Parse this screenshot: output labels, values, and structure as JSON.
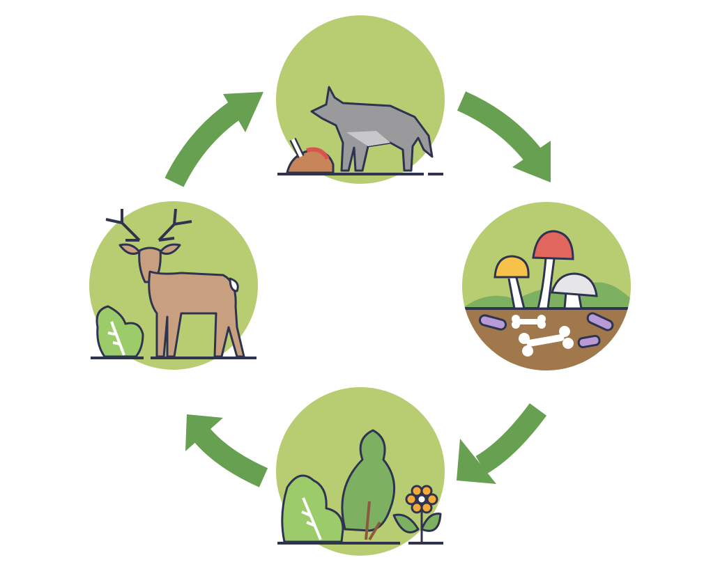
{
  "diagram": {
    "type": "cycle",
    "nodes": [
      {
        "id": "wolf",
        "icon": "wolf-icon"
      },
      {
        "id": "decomposers",
        "icon": "mushrooms-soil-icon"
      },
      {
        "id": "plants",
        "icon": "plants-icon"
      },
      {
        "id": "deer",
        "icon": "deer-icon"
      }
    ],
    "edges": [
      {
        "from": "deer",
        "to": "wolf"
      },
      {
        "from": "wolf",
        "to": "decomposers"
      },
      {
        "from": "decomposers",
        "to": "plants"
      },
      {
        "from": "plants",
        "to": "deer"
      }
    ]
  },
  "colors": {
    "circle": "#b8cc72",
    "arrow": "#66a050",
    "outline": "#2e3350",
    "soil": "#a0784c",
    "leaf": "#7db060"
  }
}
